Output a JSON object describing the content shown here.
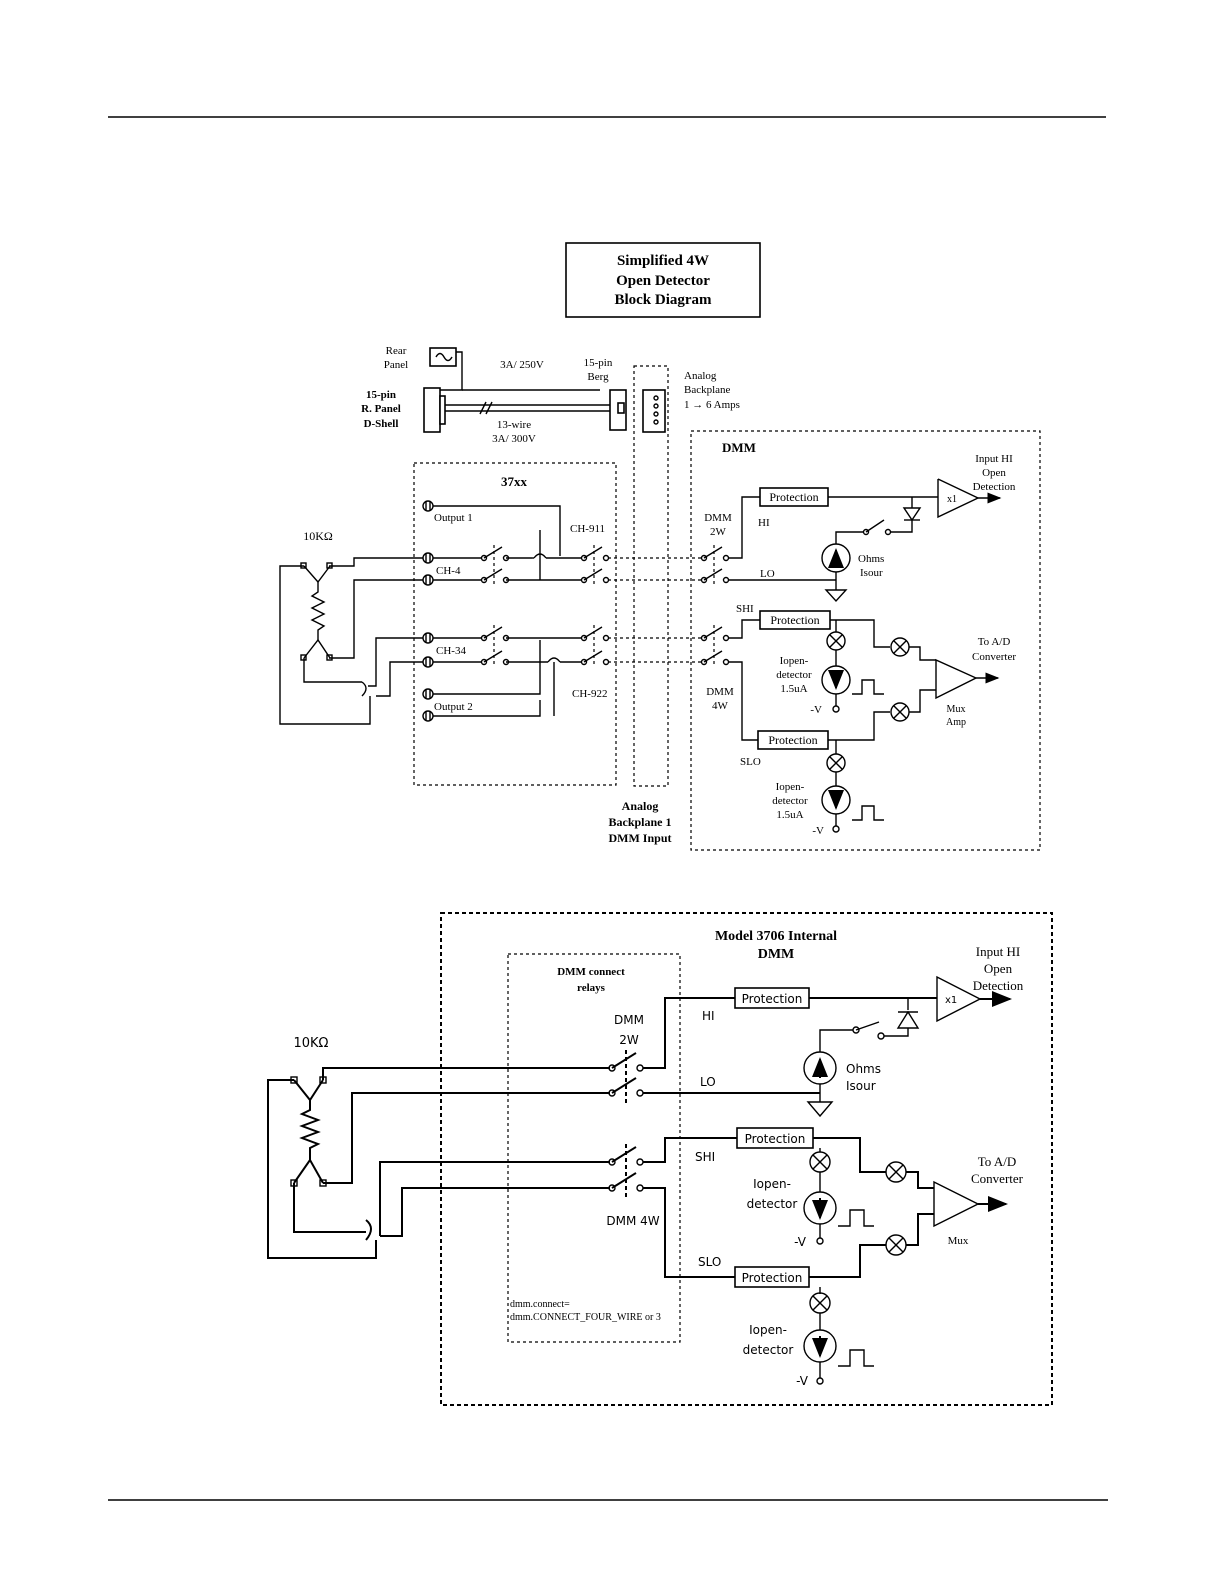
{
  "top": {
    "title_lines": [
      "Simplified 4W",
      "Open Detector",
      "Block Diagram"
    ],
    "rear_panel": [
      "Rear",
      "Panel"
    ],
    "dshell": [
      "15-pin",
      "R. Panel",
      "D-Shell"
    ],
    "fuse_rating": "3A/ 250V",
    "berg": [
      "15-pin",
      "Berg"
    ],
    "wire13": [
      "13-wire",
      "3A/ 300V"
    ],
    "analog_bp": [
      "Analog",
      "Backplane",
      "1 → 6 Amps"
    ],
    "card_label": "37xx",
    "output1": "Output 1",
    "output2": "Output 2",
    "ch4": "CH-4",
    "ch34": "CH-34",
    "ch911": "CH-911",
    "ch922": "CH-922",
    "resistor": "10KΩ",
    "bp_label": [
      "Analog",
      "Backplane 1",
      "DMM Input"
    ],
    "dmm_label": "DMM",
    "dmm2w": [
      "DMM",
      "2W"
    ],
    "dmm4w": [
      "DMM",
      "4W"
    ],
    "hi": "HI",
    "lo": "LO",
    "shi": "SHI",
    "slo": "SLO",
    "protection": "Protection",
    "x1": "x1",
    "input_hi": [
      "Input HI",
      "Open",
      "Detection"
    ],
    "ohms": [
      "Ohms",
      "Isour"
    ],
    "iopen": [
      "Iopen-",
      "detector",
      "1.5uA"
    ],
    "minus_v": "-V",
    "to_ad": [
      "To A/D",
      "Converter"
    ],
    "mux": [
      "Mux",
      "Amp"
    ]
  },
  "bottom": {
    "title": [
      "Model 3706 Internal",
      "DMM"
    ],
    "relays": [
      "DMM connect",
      "relays"
    ],
    "resistor": "10KΩ",
    "dmm2w": [
      "DMM",
      "2W"
    ],
    "dmm4w": "DMM 4W",
    "hi": "HI",
    "lo": "LO",
    "shi": "SHI",
    "slo": "SLO",
    "protection": "Protection",
    "x1": "x1",
    "input_hi": [
      "Input HI",
      "Open",
      "Detection"
    ],
    "ohms": [
      "Ohms",
      "Isour"
    ],
    "iopen": [
      "Iopen-",
      "detector"
    ],
    "minus_v": "-V",
    "to_ad": [
      "To A/D",
      "Converter"
    ],
    "mux": "Mux",
    "code": [
      "dmm.connect=",
      "dmm.CONNECT_FOUR_WIRE or 3"
    ]
  }
}
